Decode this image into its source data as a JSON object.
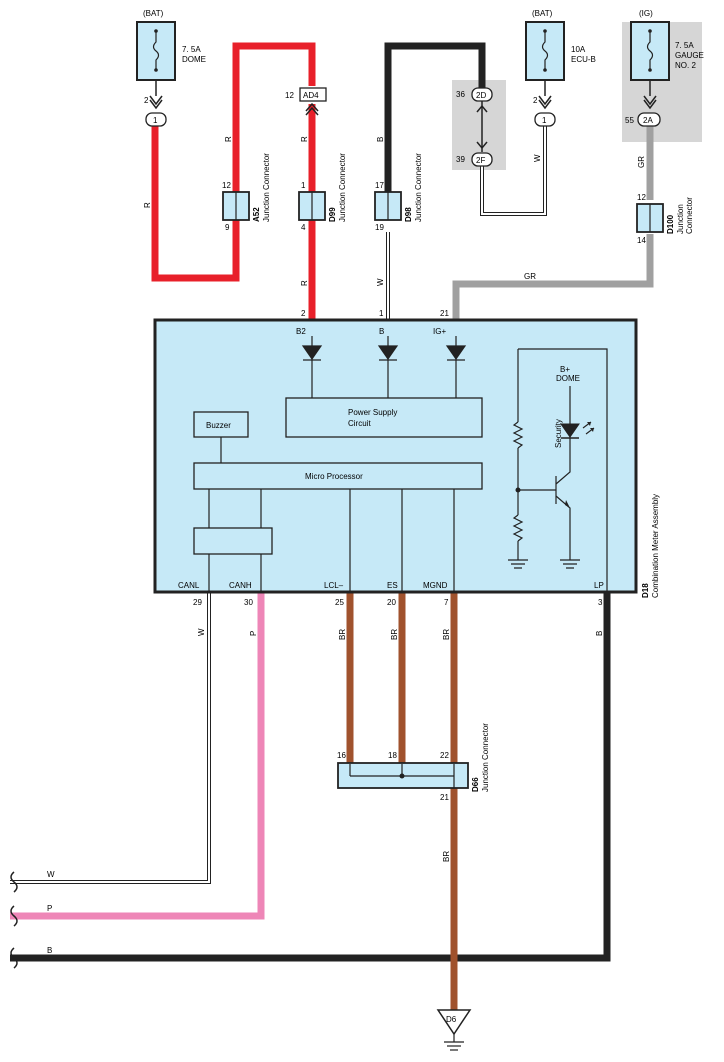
{
  "colors": {
    "red": "#e8202a",
    "black": "#222222",
    "pink": "#ee86b7",
    "brown": "#a0522d",
    "gray": "#a0a0a0",
    "blue_fill": "#c6e9f7",
    "gray_area": "#d6d6d6"
  },
  "fuses": {
    "dome": {
      "source": "(BAT)",
      "amp": "7. 5A",
      "name": "DOME",
      "pin": "2",
      "conn": "1"
    },
    "ecub": {
      "source": "(BAT)",
      "amp": "10A",
      "name": "ECU-B",
      "pin": "2",
      "conn": "1"
    },
    "gauge": {
      "source": "(IG)",
      "amp": "7. 5A",
      "name1": "GAUGE",
      "name2": "NO. 2",
      "pin": "55",
      "conn": "2A"
    }
  },
  "connectors": {
    "ad4": {
      "pin": "12",
      "label": "AD4"
    },
    "c2d": {
      "pin": "36",
      "label": "2D"
    },
    "c2f": {
      "pin": "39",
      "label": "2F"
    }
  },
  "junctions": {
    "a52": {
      "id": "A52",
      "name": "Junction Connector",
      "pin_top": "12",
      "pin_bottom": "9"
    },
    "d99": {
      "id": "D99",
      "name": "Junction Connector",
      "pin_top": "1",
      "pin_bottom": "4"
    },
    "d98": {
      "id": "D98",
      "name": "Junction Connector",
      "pin_top": "17",
      "pin_bottom": "19"
    },
    "d100": {
      "id": "D100",
      "name1": "Junction",
      "name2": "Connector",
      "pin_top": "12",
      "pin_bottom": "14"
    },
    "d66": {
      "id": "D66",
      "name": "Junction Connector",
      "pins_top": [
        "16",
        "18",
        "22"
      ],
      "pin_bottom": "21"
    }
  },
  "wire_labels": {
    "r_left": "R",
    "r_a52": "R",
    "r_d99_top": "R",
    "r_d99_bot": "R",
    "b_top": "B",
    "w_d98": "W",
    "w_ecub": "W",
    "gr_top": "GR",
    "gr_horiz": "GR",
    "w_canl": "W",
    "p_canh": "P",
    "b_lp": "B",
    "br_lcl": "BR",
    "br_es": "BR",
    "br_mgnd": "BR",
    "br_d66": "BR",
    "w_left": "W",
    "p_left": "P",
    "b_left": "B"
  },
  "meter": {
    "id": "D18",
    "name": "Combination Meter Assembly",
    "top_pins": {
      "b2": "2",
      "b": "1",
      "ig": "21"
    },
    "top_terms": {
      "b2": "B2",
      "b": "B",
      "ig": "IG+"
    },
    "bottom_terms": {
      "canl": "CANL",
      "canh": "CANH",
      "lcl": "LCL–",
      "es": "ES",
      "mgnd": "MGND",
      "lp": "LP"
    },
    "bottom_pins": {
      "canl": "29",
      "canh": "30",
      "lcl": "25",
      "es": "20",
      "mgnd": "7",
      "lp": "3"
    },
    "power_supply_1": "Power Supply",
    "power_supply_2": "Circuit",
    "buzzer": "Buzzer",
    "micro": "Micro Processor",
    "bplus": "B+",
    "dome": "DOME",
    "security": "Security"
  },
  "ground": {
    "label": "D6"
  }
}
